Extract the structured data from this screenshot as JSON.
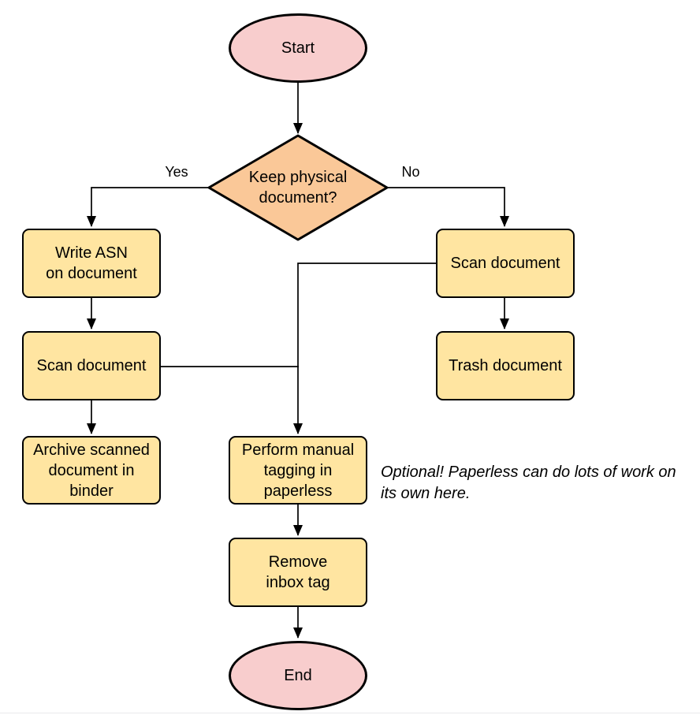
{
  "flow": {
    "type": "flowchart",
    "nodes": {
      "start": {
        "shape": "ellipse",
        "label": "Start"
      },
      "decision": {
        "shape": "diamond",
        "label": "Keep physical\ndocument?"
      },
      "write_asn": {
        "shape": "process",
        "label": "Write ASN\non document"
      },
      "scan_left": {
        "shape": "process",
        "label": "Scan document"
      },
      "archive": {
        "shape": "process",
        "label": "Archive scanned\ndocument in\nbinder"
      },
      "scan_right": {
        "shape": "process",
        "label": "Scan document"
      },
      "trash": {
        "shape": "process",
        "label": "Trash document"
      },
      "tagging": {
        "shape": "process",
        "label": "Perform manual\ntagging in\npaperless"
      },
      "remove_tag": {
        "shape": "process",
        "label": "Remove\ninbox tag"
      },
      "end": {
        "shape": "ellipse",
        "label": "End"
      }
    },
    "edge_labels": {
      "yes": "Yes",
      "no": "No"
    },
    "edges": [
      {
        "from": "start",
        "to": "decision"
      },
      {
        "from": "decision",
        "to": "write_asn",
        "label": "Yes"
      },
      {
        "from": "decision",
        "to": "scan_right",
        "label": "No"
      },
      {
        "from": "write_asn",
        "to": "scan_left"
      },
      {
        "from": "scan_left",
        "to": "archive"
      },
      {
        "from": "scan_left",
        "to": "tagging"
      },
      {
        "from": "scan_right",
        "to": "trash"
      },
      {
        "from": "scan_right",
        "to": "tagging"
      },
      {
        "from": "tagging",
        "to": "remove_tag"
      },
      {
        "from": "remove_tag",
        "to": "end"
      }
    ],
    "note": "Optional! Paperless can do lots of work on\nits own here.",
    "colors": {
      "terminal_fill": "#f8cdcd",
      "decision_fill": "#fac898",
      "process_fill": "#ffe5a1",
      "stroke": "#000000"
    }
  }
}
